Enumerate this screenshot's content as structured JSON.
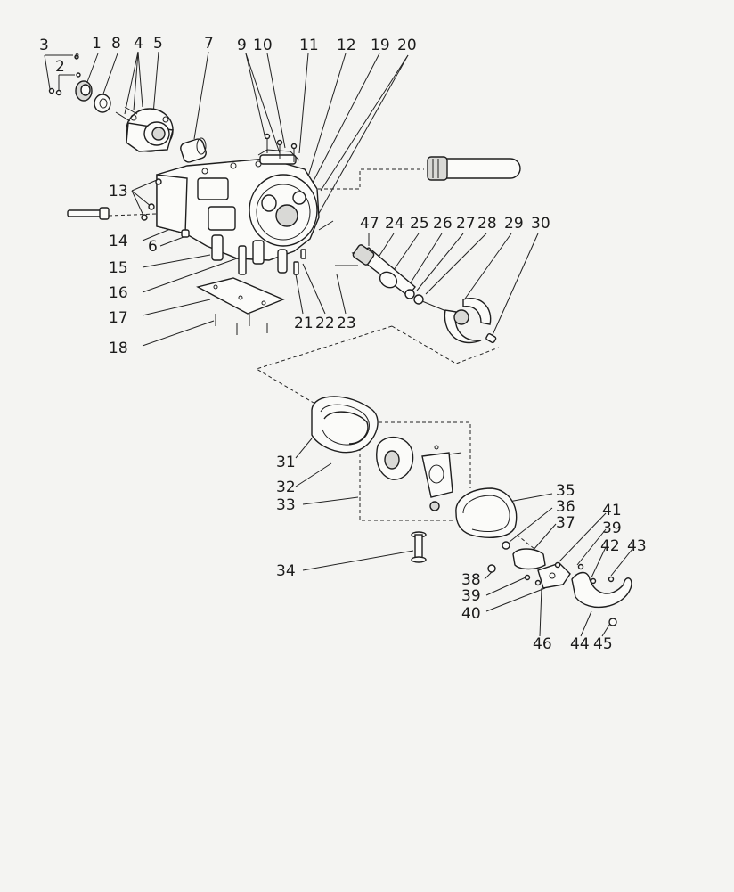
{
  "labels": [
    {
      "id": "3",
      "text": "3"
    },
    {
      "id": "1",
      "text": "1"
    },
    {
      "id": "8",
      "text": "8"
    },
    {
      "id": "4",
      "text": "4"
    },
    {
      "id": "5",
      "text": "5"
    },
    {
      "id": "7",
      "text": "7"
    },
    {
      "id": "9",
      "text": "9"
    },
    {
      "id": "10",
      "text": "10"
    },
    {
      "id": "11",
      "text": "11"
    },
    {
      "id": "12",
      "text": "12"
    },
    {
      "id": "19",
      "text": "19"
    },
    {
      "id": "20",
      "text": "20"
    },
    {
      "id": "2",
      "text": "2"
    },
    {
      "id": "13",
      "text": "13"
    },
    {
      "id": "14",
      "text": "14"
    },
    {
      "id": "6",
      "text": "6"
    },
    {
      "id": "15",
      "text": "15"
    },
    {
      "id": "16",
      "text": "16"
    },
    {
      "id": "17",
      "text": "17"
    },
    {
      "id": "18",
      "text": "18"
    },
    {
      "id": "21",
      "text": "21"
    },
    {
      "id": "22",
      "text": "22"
    },
    {
      "id": "23",
      "text": "23"
    },
    {
      "id": "47",
      "text": "47"
    },
    {
      "id": "24",
      "text": "24"
    },
    {
      "id": "25",
      "text": "25"
    },
    {
      "id": "26",
      "text": "26"
    },
    {
      "id": "27",
      "text": "27"
    },
    {
      "id": "28",
      "text": "28"
    },
    {
      "id": "29",
      "text": "29"
    },
    {
      "id": "30",
      "text": "30"
    },
    {
      "id": "31",
      "text": "31"
    },
    {
      "id": "32",
      "text": "32"
    },
    {
      "id": "33",
      "text": "33"
    },
    {
      "id": "34",
      "text": "34"
    },
    {
      "id": "35",
      "text": "35"
    },
    {
      "id": "36",
      "text": "36"
    },
    {
      "id": "37",
      "text": "37"
    },
    {
      "id": "41",
      "text": "41"
    },
    {
      "id": "39a",
      "text": "39"
    },
    {
      "id": "42",
      "text": "42"
    },
    {
      "id": "43",
      "text": "43"
    },
    {
      "id": "38",
      "text": "38"
    },
    {
      "id": "39b",
      "text": "39"
    },
    {
      "id": "40",
      "text": "40"
    },
    {
      "id": "46",
      "text": "46"
    },
    {
      "id": "44",
      "text": "44"
    },
    {
      "id": "45",
      "text": "45"
    }
  ],
  "small_marks": {
    "a": "8",
    "b": "8"
  }
}
